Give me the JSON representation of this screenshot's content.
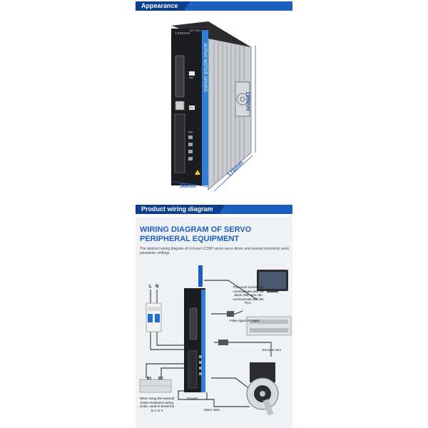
{
  "appearance": {
    "banner_label": "Appearance",
    "dimension_height": "199mm",
    "dimension_depth": "178mm",
    "dimension_width": "56mm",
    "device": {
      "brand": "LICHUAN",
      "voltage": "AC 220V",
      "side_text": "SERVO MOTOR DRIVER",
      "port_cn1": "CN1",
      "port_cn3": "CN3",
      "port_cn2": "CN2"
    }
  },
  "wiring": {
    "banner_label": "Product wiring diagram",
    "title_line1": "WIRING DIAGRAM OF SERVO",
    "title_line2": "PERIPHERAL EQUIPMENT",
    "description": "The abstract wiring diagram of Lichuan LC30P series servo driver and several commonly used parameter settings.",
    "label_l": "L",
    "label_n": "N",
    "touch_screen_note": "The touch screen can communicate with the driver 485, also can communicate with the PLC.",
    "pulse_signal": "Pulse signal I/O signal",
    "encoder_wire": "Encoder wire",
    "b1": "B1",
    "b2": "B2",
    "brake_note": "When using the external brake resistance wiring mode, need to break the B 2, B 3",
    "ground": "Ground",
    "motor_wire": "Motor Wire"
  },
  "colors": {
    "banner_blue": "#1d5fbf",
    "banner_dark": "#0b3e8f",
    "device_body": "#1b1d20",
    "device_accent": "#2f7fd6",
    "wire_black": "#111111"
  },
  "icons": [
    "breaker-icon",
    "touch-screen-icon",
    "plc-icon",
    "servo-motor-icon",
    "brake-resistor-icon",
    "connector-icon"
  ]
}
